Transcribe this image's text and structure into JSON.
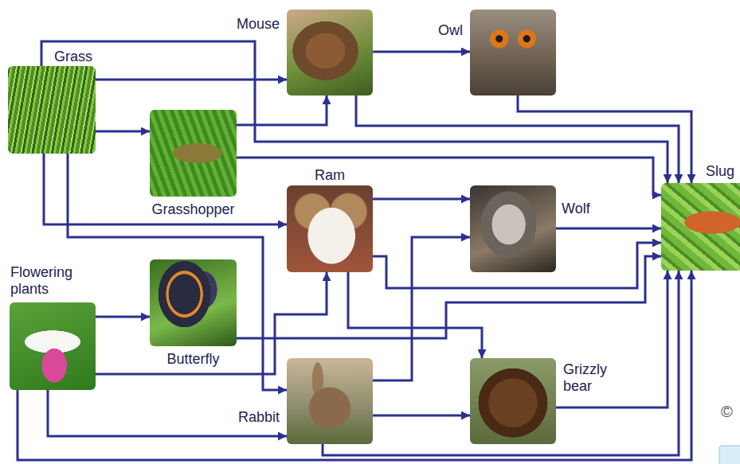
{
  "diagram": {
    "nodes": [
      {
        "text": [
          "Grass"
        ]
      },
      {
        "text": [
          "Mouse"
        ]
      },
      {
        "text": [
          "Owl"
        ]
      },
      {
        "text": [
          "Grasshopper"
        ]
      },
      {
        "text": [
          "Ram"
        ]
      },
      {
        "text": [
          "Wolf"
        ]
      },
      {
        "text": [
          "Slug"
        ]
      },
      {
        "text": [
          "Flowering plants"
        ]
      },
      {
        "text": [
          "Butterfly"
        ]
      },
      {
        "text": [
          "Rabbit"
        ]
      },
      {
        "text": [
          "Grizzly bear"
        ]
      }
    ],
    "edges": [
      {
        "from": 0,
        "to": 1,
        "arrow": "to"
      },
      {
        "from": 0,
        "to": 3,
        "arrow": "to"
      },
      {
        "from": 0,
        "to": 4,
        "arrow": "to"
      },
      {
        "from": 0,
        "to": 9,
        "arrow": "to"
      },
      {
        "from": 0,
        "to": 6,
        "arrow": "to"
      },
      {
        "from": 3,
        "to": 1,
        "arrow": "to"
      },
      {
        "from": 3,
        "to": 6,
        "arrow": "to"
      },
      {
        "from": 1,
        "to": 2,
        "arrow": "to"
      },
      {
        "from": 1,
        "to": 6,
        "arrow": "to"
      },
      {
        "from": 2,
        "to": 6,
        "arrow": "to"
      },
      {
        "from": 4,
        "to": 5,
        "arrow": "to"
      },
      {
        "from": 4,
        "to": 10,
        "arrow": "to"
      },
      {
        "from": 4,
        "to": 6,
        "arrow": "to"
      },
      {
        "from": 5,
        "to": 6,
        "arrow": "to"
      },
      {
        "from": 7,
        "to": 8,
        "arrow": "to"
      },
      {
        "from": 7,
        "to": 4,
        "arrow": "to"
      },
      {
        "from": 7,
        "to": 9,
        "arrow": "to"
      },
      {
        "from": 7,
        "to": 6,
        "arrow": "to"
      },
      {
        "from": 8,
        "to": 6,
        "arrow": "to"
      },
      {
        "from": 9,
        "to": 5,
        "arrow": "to"
      },
      {
        "from": 9,
        "to": 10,
        "arrow": "to"
      },
      {
        "from": 9,
        "to": 6,
        "arrow": "to"
      },
      {
        "from": 10,
        "to": 6,
        "arrow": "to"
      }
    ],
    "labels": [
      "©"
    ]
  }
}
